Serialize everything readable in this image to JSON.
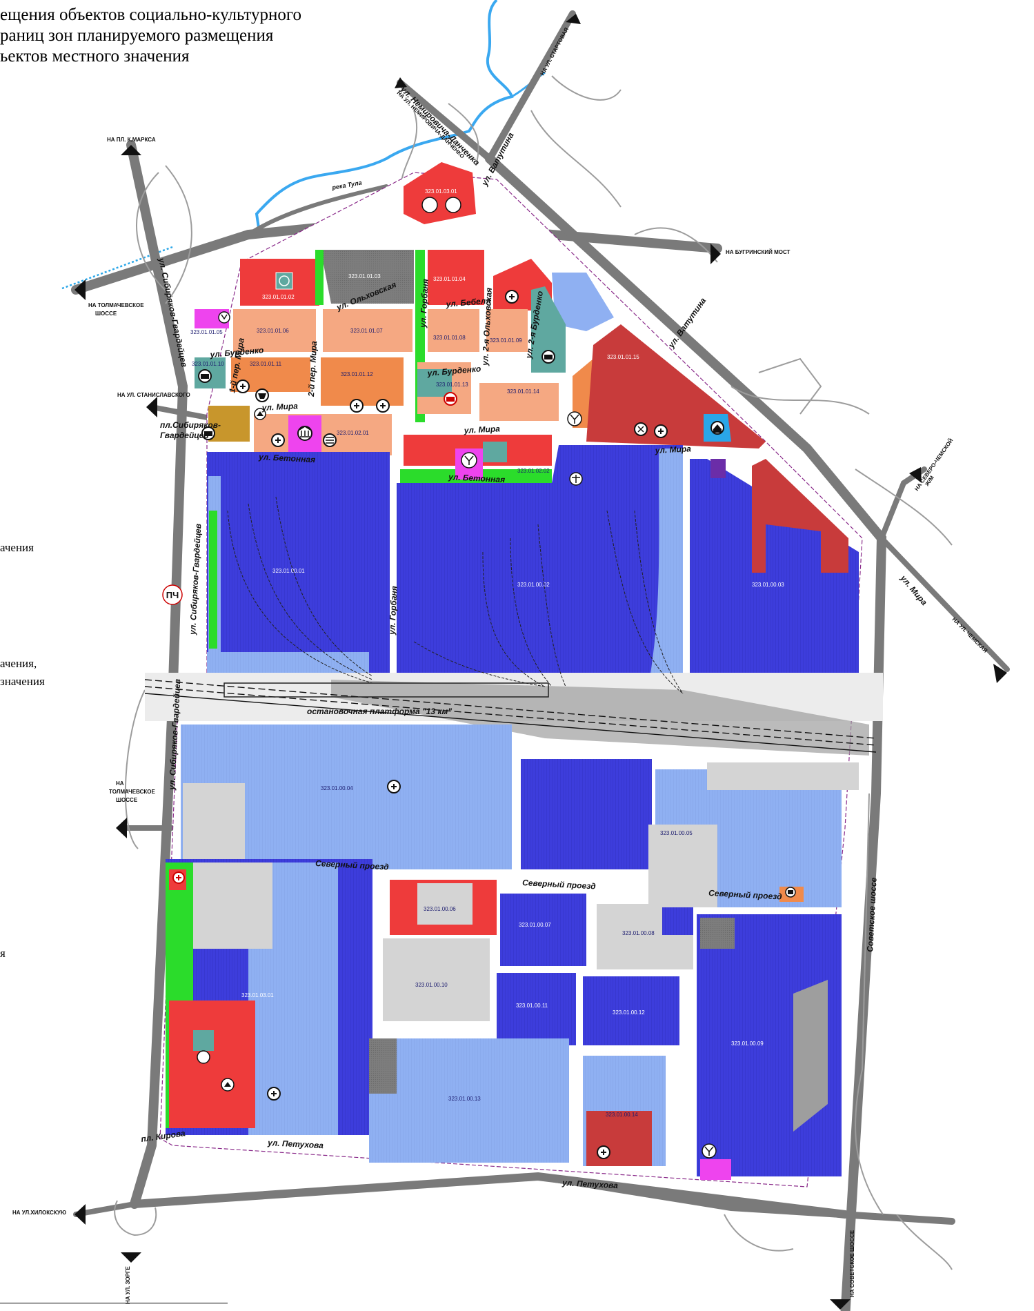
{
  "header": {
    "line1": "ещения объектов социально-культурного",
    "line2": "раниц зон планируемого размещения",
    "line3": "ьектов местного значения"
  },
  "side_fragments": [
    "ачения",
    "ачения,",
    "значения",
    "я"
  ],
  "colors": {
    "residential": "#f5a882",
    "residential_mid": "#f08a4b",
    "public": "#ee3b3b",
    "public_dark": "#c83b3b",
    "industrial": "#3d3ddc",
    "industrial_light": "#8fb0f2",
    "green": "#2bdc2b",
    "gray": "#8c8c8c",
    "light_gray": "#d4d4d4",
    "teal": "#5fa8a0",
    "magenta": "#ee44ee",
    "cyan": "#2aa6e8",
    "river": "#3aa8f0",
    "road": "#7a7a7a"
  },
  "streets": {
    "sibiryakov1": "ул. Сибиряков-Гвардейцев",
    "sibiryakov2": "ул. Сибиряков-Гвардейцев",
    "sibiryakov3": "ул. Сибиряков-Гвардейцев",
    "olkhovskaya": "ул. Ольховская",
    "gorbanya1": "ул. Горбаня",
    "gorbanya2": "ул. Горбаня",
    "bebelya": "ул. Бебеля",
    "burdenko1": "ул. Бурденко",
    "burdenko2": "ул. Бурденко",
    "olkhovskaya2": "ул. 2-я Ольховская",
    "burdenko_2": "ул. 2-я Бурденко",
    "mira_per1": "1-й пер. Мира",
    "mira_per2": "2-й пер. Мира",
    "mira1": "ул. Мира",
    "mira2": "ул. Мира",
    "mira3": "ул. Мира",
    "mira4": "ул. Мира",
    "betonnaya1": "ул. Бетонная",
    "betonnaya2": "ул. Бетонная",
    "vatutina1": "ул. Ватутина",
    "vatutina2": "ул. Ватутина",
    "nemirovich": "ул. Немировича-Данченко",
    "severny1": "Северный проезд",
    "severny2": "Северный проезд",
    "severny3": "Северный проезд",
    "petukhova1": "ул. Петухова",
    "petukhova2": "ул. Петухова",
    "kirova": "пл. Кирова",
    "sovetskoe": "Советское шоссе",
    "ploshad_sib1": "пл.Сибиряков-",
    "ploshad_sib2": "Гвардейцев",
    "platform": "остановочная платформа \"13 км\"",
    "river": "река Тула",
    "pch": "ПЧ"
  },
  "directions": {
    "marksa": "НА ПЛ. К.МАРКСА",
    "tolmachevskoe_top1": "НА ТОЛМАЧЕВСКОЕ",
    "tolmachevskoe_top2": "ШОССЕ",
    "stanislavskogo": "НА УЛ. СТАНИСЛАВСКОГО",
    "bugrinsky": "НА БУГРИНСКИЙ МОСТ",
    "severo_chem1": "НА СЕВЕРО-ЧЕМСКОЙ",
    "severo_chem2": "Ж/М",
    "nemirovich_dir": "НА УЛ. НЕМИРОВИЧА-ДАНЧЕНКО",
    "startovaya": "НА УЛ. СТАРТОВАЯ",
    "tolmachevskoe_mid1": "НА",
    "tolmachevskoe_mid2": "ТОЛМАЧЕВСКОЕ",
    "tolmachevskoe_mid3": "ШОССЕ",
    "khilokskaya": "НА УЛ.ХИЛОКСКУЮ",
    "zorge": "НА УЛ. ЗОРГЕ",
    "sovetskoe_dir": "НА СОВЕТСКОЕ ШОССЕ",
    "chemskaya": "НА УЛ. ЧЕМСКАЯ"
  },
  "codes": {
    "c0301": "323.01.03.01",
    "c0102": "323.01.01.02",
    "c0103": "323.01.01.03",
    "c0104": "323.01.01.04",
    "c0105": "323.01.01.05",
    "c0106": "323.01.01.06",
    "c0107": "323.01.01.07",
    "c0108": "323.01.01.08",
    "c0109": "323.01.01.09",
    "c0110": "323.01.01.10",
    "c0111": "323.01.01.11",
    "c0112": "323.01.01.12",
    "c0113": "323.01.01.13",
    "c0114": "323.01.01.14",
    "c0115": "323.01.01.15",
    "c0201": "323.01.02.01",
    "c0202": "323.01.02.02",
    "c0001": "323.01.00.01",
    "c0002": "323.01.00.02",
    "c0003": "323.01.00.03",
    "c0004": "323.01.00.04",
    "c0005": "323.01.00.05",
    "c0006": "323.01.00.06",
    "c0007": "323.01.00.07",
    "c0008": "323.01.00.08",
    "c0009": "323.01.00.09",
    "c0010": "323.01.00.10",
    "c0011": "323.01.00.11",
    "c0012": "323.01.00.12",
    "c0013": "323.01.00.13",
    "c0014": "323.01.00.14",
    "c0301b": "323.01.03.01"
  }
}
